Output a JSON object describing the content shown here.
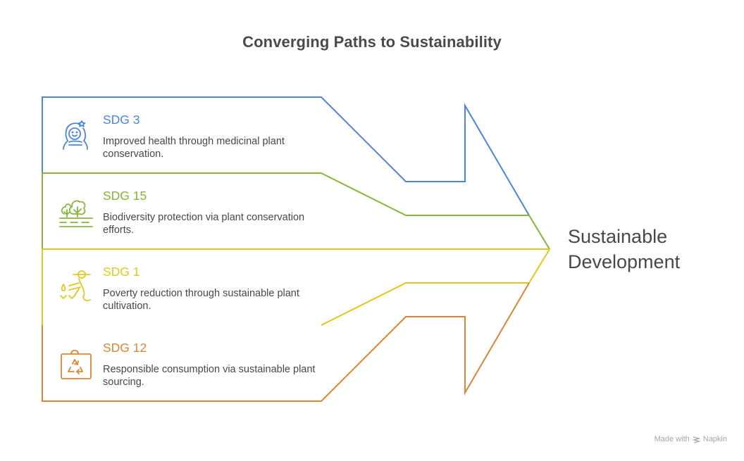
{
  "title": "Converging Paths to Sustainability",
  "target": {
    "line1": "Sustainable",
    "line2": "Development"
  },
  "items": [
    {
      "label": "SDG 3",
      "description": "Improved health through medicinal plant conservation.",
      "color": "#4a86e0",
      "icon": "girl-with-flower-icon"
    },
    {
      "label": "SDG 15",
      "description": "Biodiversity protection via plant conservation efforts.",
      "color": "#86b53a",
      "icon": "trees-landscape-icon"
    },
    {
      "label": "SDG 1",
      "description": "Poverty reduction through sustainable plant cultivation.",
      "color": "#e0c91c",
      "icon": "farmer-planting-icon"
    },
    {
      "label": "SDG 12",
      "description": "Responsible consumption via sustainable plant sourcing.",
      "color": "#de8533",
      "icon": "recycle-bag-icon"
    }
  ],
  "footer": {
    "made_with": "Made with",
    "brand": "Napkin"
  }
}
